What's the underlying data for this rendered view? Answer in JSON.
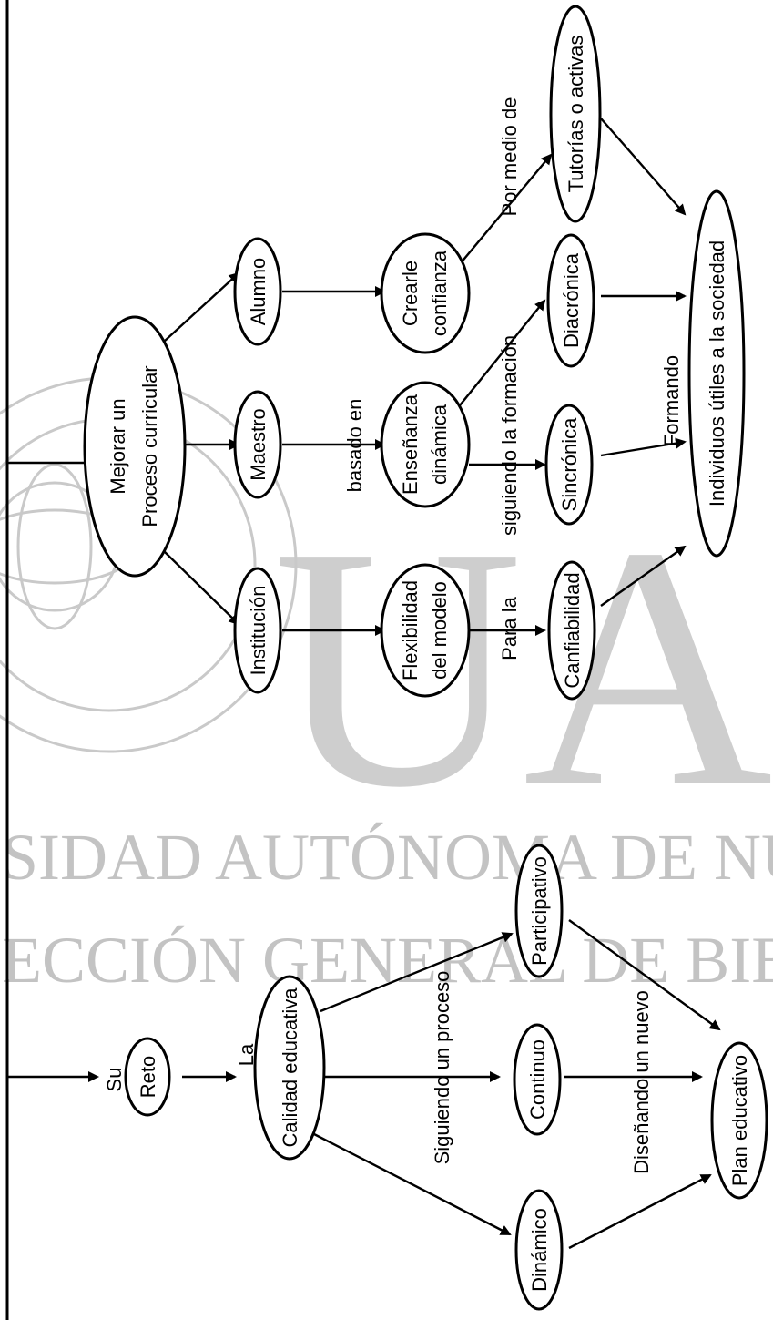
{
  "diagram": {
    "edge_labels": {
      "su": "Su",
      "la": "La",
      "siguiendo_un_proceso": "Siguiendo un proceso",
      "disenando_un_nuevo": "Diseñando un nuevo",
      "basado_en": "basado en",
      "para_la": "Para la",
      "siguiendo_la_formacion": "siguiendo la formación",
      "por_medio_de": "Por medio de",
      "formando": "Formando"
    },
    "nodes": {
      "reto": "Reto",
      "calidad_educativa": "Calidad educativa",
      "dinamico": "Dinámico",
      "continuo": "Continuo",
      "participativo": "Participativo",
      "plan_educativo": "Plan educativo",
      "mejorar_1": "Mejorar un",
      "mejorar_2": "Proceso curricular",
      "institucion": "Institución",
      "maestro": "Maestro",
      "alumno": "Alumno",
      "flexibilidad_1": "Flexibilidad",
      "flexibilidad_2": "del modelo",
      "ensenanza_1": "Enseñanza",
      "ensenanza_2": "dinámica",
      "crearle_1": "Crearle",
      "crearle_2": "confianza",
      "canfiabilidad": "Canfiabilidad",
      "sincronica": "Sincrónica",
      "diacronica": "Diacrónica",
      "tutorias": "Tutorías o activas",
      "individuos": "Individuos útiles a la sociedad"
    },
    "watermark": {
      "big": "UAN",
      "line1": "SIDAD AUTÓNOMA DE NUEVO",
      "line2": "ECCIÓN GENERAL DE BIBLIOTECA"
    }
  }
}
